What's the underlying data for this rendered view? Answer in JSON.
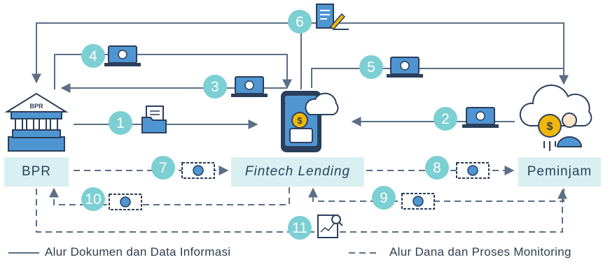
{
  "nodes": {
    "bpr_label": "BPR",
    "bpr_building_text": "BPR",
    "fintech_label": "Fintech Lending",
    "peminjam_label": "Peminjam"
  },
  "steps": [
    "1",
    "2",
    "3",
    "4",
    "5",
    "6",
    "7",
    "8",
    "9",
    "10",
    "11"
  ],
  "legend": {
    "solid": "Alur Dokumen dan Data Informasi",
    "dashed": "Alur Dana dan Proses Monitoring"
  },
  "colors": {
    "line": "#5b6f86",
    "badge": "#7ccfd3",
    "box": "#d9f0f2",
    "navy": "#2b3f5c",
    "gold": "#f2b705",
    "blue": "#3f86c9"
  },
  "icons": [
    "bank-building-icon",
    "phone-coin-cloud-icon",
    "cloud-coin-person-icon",
    "laptop-coin-icon",
    "folder-document-icon",
    "banknote-icon",
    "contract-sign-icon",
    "report-search-icon"
  ]
}
